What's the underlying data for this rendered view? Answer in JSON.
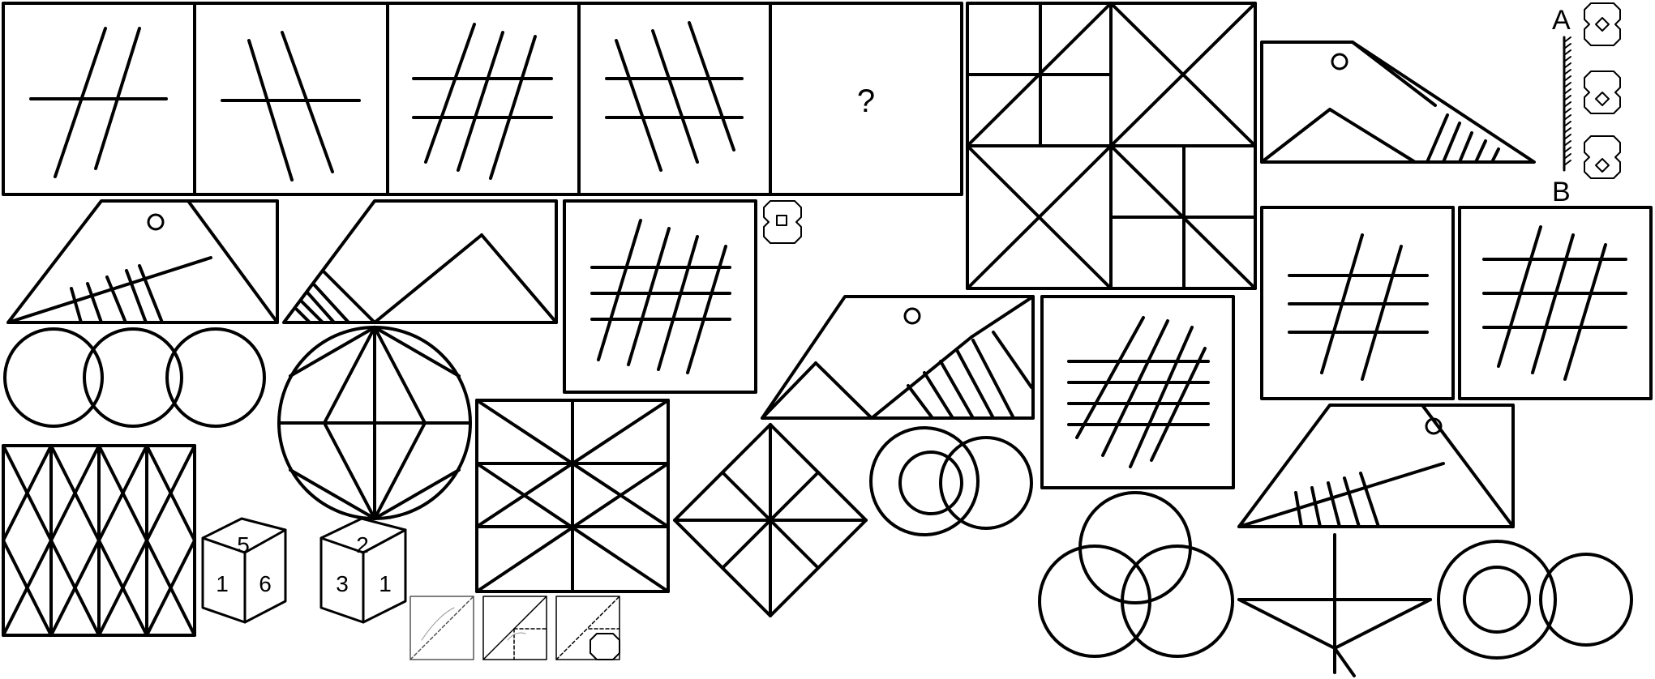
{
  "sequence": {
    "question_mark": "?"
  },
  "cube_left": {
    "top": "5",
    "front": "1",
    "right": "6"
  },
  "cube_right": {
    "top": "2",
    "front": "3",
    "right": "1"
  },
  "strip": {
    "label_a": "A",
    "label_b": "B"
  },
  "colors": {
    "stroke": "#000000",
    "background": "#ffffff",
    "thin_stroke": "#555555"
  }
}
